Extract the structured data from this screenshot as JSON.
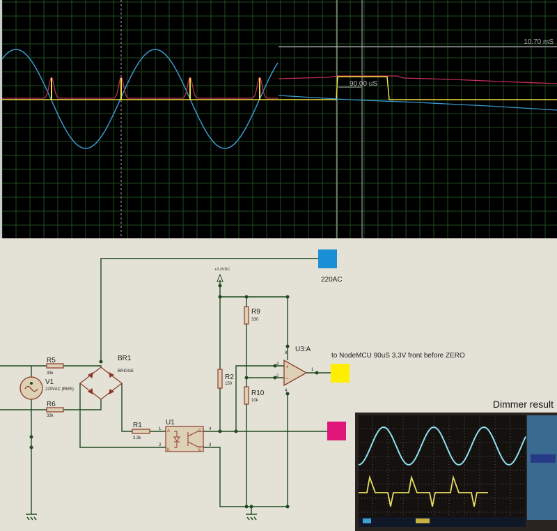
{
  "scope": {
    "cursor_time": "10.70 mS",
    "pulse_width": "90.00 uS",
    "colors": {
      "grid": "#1e4d1e",
      "sine": "#3a9ad0",
      "pulse_red": "#c0305a",
      "digital": "#f0e040"
    }
  },
  "schematic": {
    "r5": {
      "name": "R5",
      "value": "33k"
    },
    "r6": {
      "name": "R6",
      "value": "33k"
    },
    "v1": {
      "name": "V1",
      "value": "220VAC (RMS)"
    },
    "br1": {
      "name": "BR1",
      "value": "BRIDGE"
    },
    "r1": {
      "name": "R1",
      "value": "3.3k"
    },
    "u1": {
      "name": "U1",
      "pins": {
        "a": "A",
        "k": "K",
        "c": "C",
        "e": "E",
        "p1": "1",
        "p2": "2",
        "p3": "3",
        "p4": "4"
      }
    },
    "supply": "+3.3VDC",
    "r9": {
      "name": "R9",
      "value": "330"
    },
    "r2": {
      "name": "R2",
      "value": "150"
    },
    "r10": {
      "name": "R10",
      "value": "10k"
    },
    "u3": {
      "name": "U3:A",
      "pins": {
        "p1": "1",
        "p2": "2",
        "p3": "3",
        "p4": "4",
        "p8": "8",
        "plus": "+",
        "minus": "−"
      }
    },
    "probe_ac": {
      "label": "220AC",
      "color": "#1a8fd6"
    },
    "probe_out": {
      "label": "to NodeMCU 90uS 3.3V front before ZERO",
      "color": "#ffee00"
    },
    "probe_col": {
      "color": "#e0157a"
    }
  },
  "photo": {
    "title": "Dimmer result"
  }
}
